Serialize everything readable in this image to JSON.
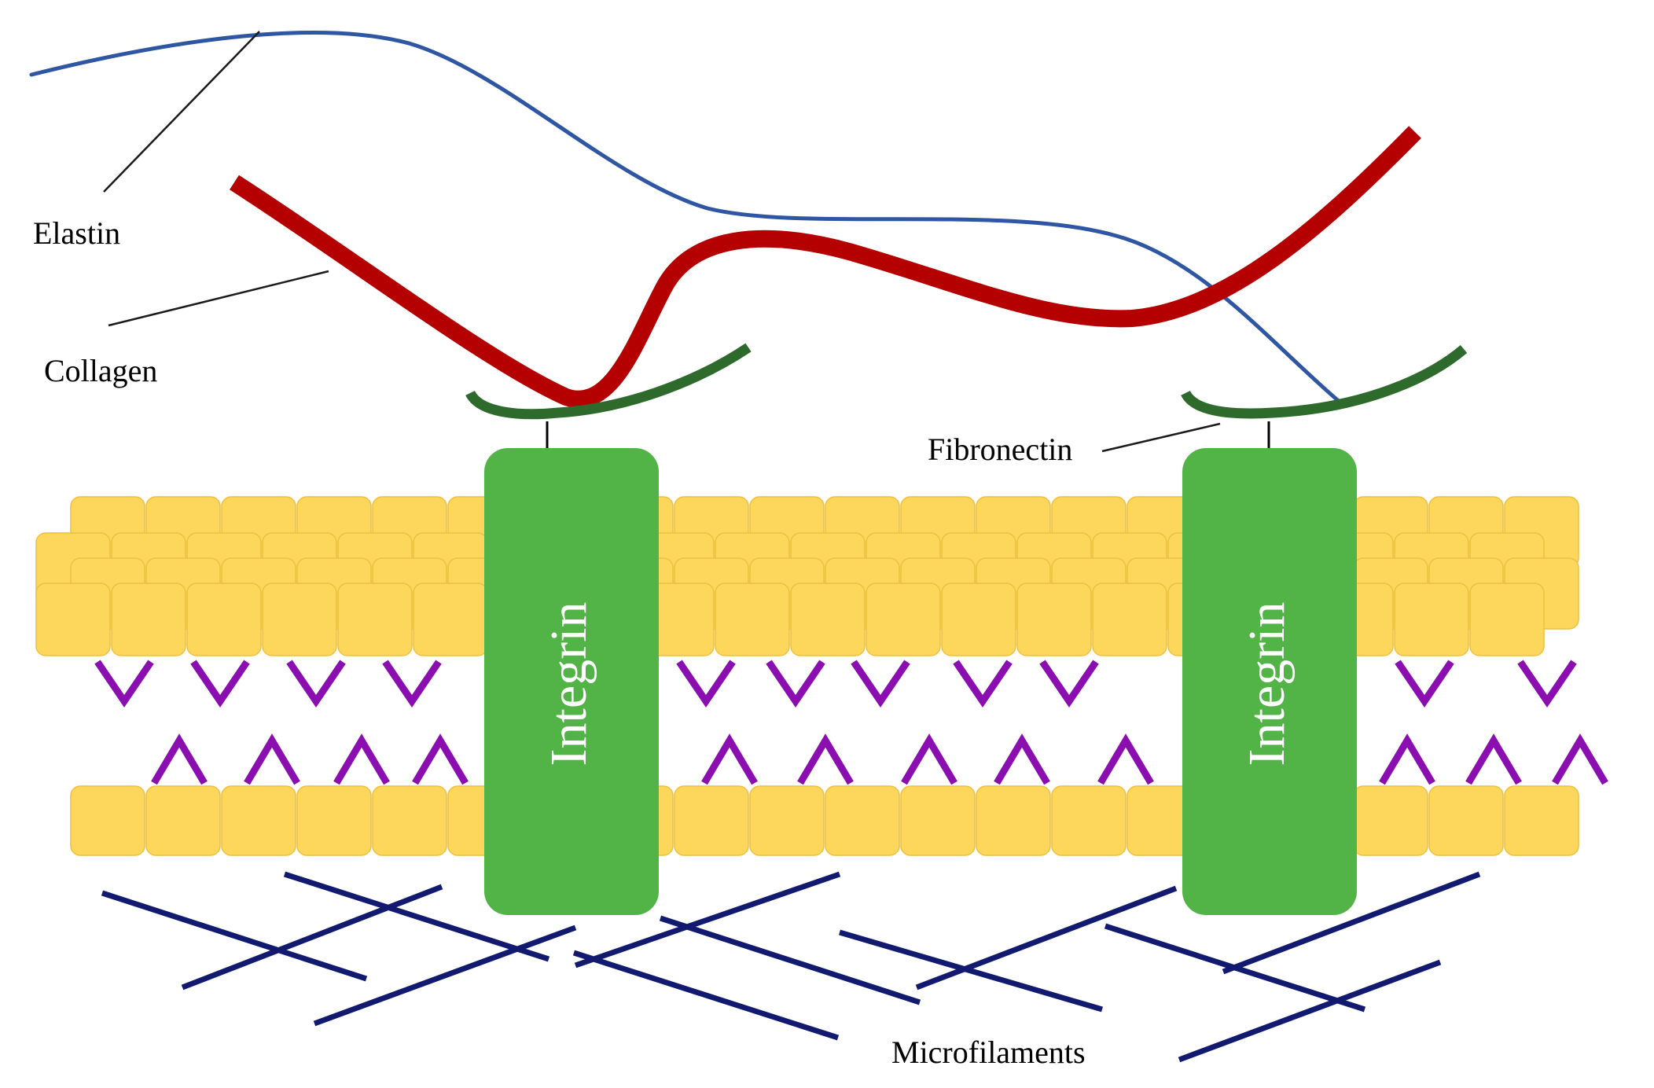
{
  "labels": {
    "elastin": "Elastin",
    "collagen": "Collagen",
    "fibronectin": "Fibronectin",
    "integrin_left": "Integrin",
    "integrin_right": "Integrin",
    "microfilaments": "Microfilaments"
  },
  "colors": {
    "elastin": "#2f56a2",
    "collagen": "#b40000",
    "fibronectin": "#2e6a2c",
    "integrin": "#52b447",
    "membrane_cells": "#fdd75c",
    "membrane_cell_edge": "#ecc13e",
    "lipid_tails": "#8a0eb0",
    "microfilaments": "#121a70"
  }
}
